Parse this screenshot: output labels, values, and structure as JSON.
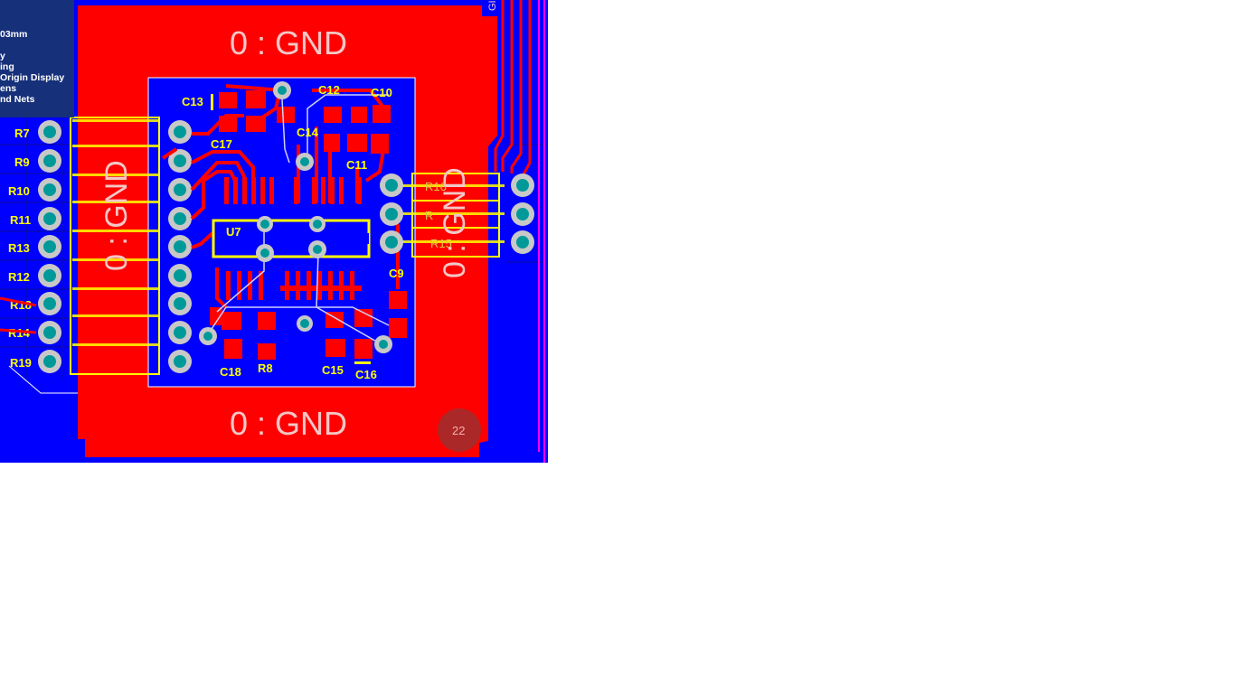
{
  "info_panel": {
    "lines": [
      "03mm",
      "y",
      "ing",
      "Origin Display",
      "ens",
      "nd Nets"
    ]
  },
  "pour_labels": {
    "top": "0 : GND",
    "bottom": "0 : GND",
    "left": "0 : GND",
    "right": "0 : GND",
    "edge": "GI"
  },
  "designators": {
    "left_header": [
      "R7",
      "R9",
      "R10",
      "R11",
      "R13",
      "R12",
      "R18",
      "R14",
      "R19"
    ],
    "right_header": [
      "R16",
      "R",
      "R15"
    ],
    "u7": "U7",
    "c13": "C13",
    "c12": "C12",
    "c10": "C10",
    "c14": "C14",
    "c11": "C11",
    "c17": "C17",
    "c9": "C9",
    "c18": "C18",
    "r8": "R8",
    "c15": "C15",
    "c16": "C16"
  },
  "badge": {
    "label": "22"
  },
  "colors": {
    "background": "#0000ff",
    "top_copper": "#ff0000",
    "silkscreen": "#ffff00",
    "pad": "#c0c0c0",
    "via_hole": "#009999",
    "outline": "#ff00ff"
  }
}
